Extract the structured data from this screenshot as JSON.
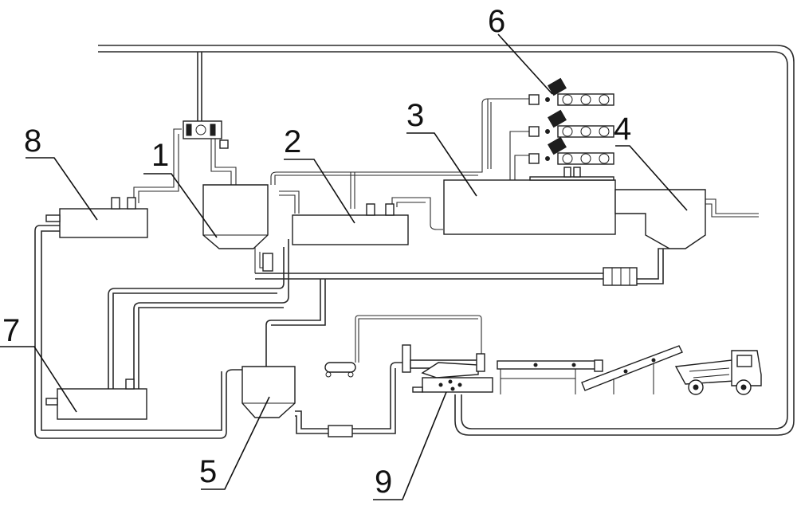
{
  "labels": [
    {
      "id": "1",
      "text": "1"
    },
    {
      "id": "2",
      "text": "2"
    },
    {
      "id": "3",
      "text": "3"
    },
    {
      "id": "4",
      "text": "4"
    },
    {
      "id": "5",
      "text": "5"
    },
    {
      "id": "6",
      "text": "6"
    },
    {
      "id": "7",
      "text": "7"
    },
    {
      "id": "8",
      "text": "8"
    },
    {
      "id": "9",
      "text": "9"
    }
  ],
  "colors": {
    "line": "#1e1e1e",
    "background": "#ffffff"
  },
  "icons": [
    "valve-icon",
    "pump-icon",
    "filter-press-icon",
    "air-compressor-icon",
    "conveyor-icon",
    "dump-truck-icon"
  ]
}
